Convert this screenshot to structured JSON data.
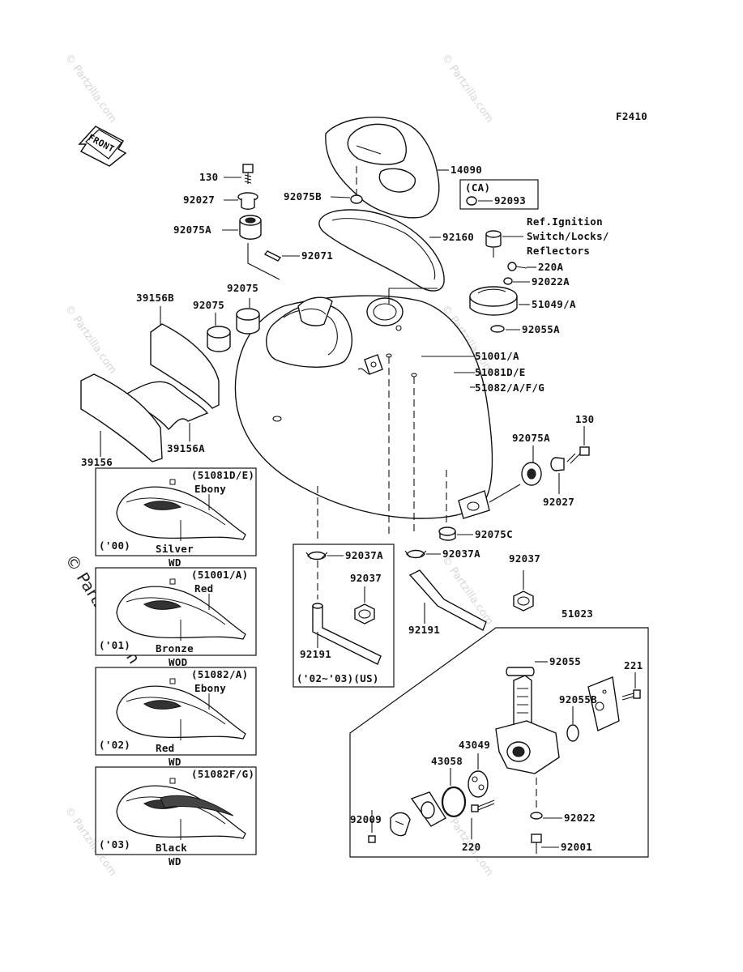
{
  "figure_id": "F2410",
  "front_label": "FRONT",
  "watermark": "© Partzilla.com",
  "side_watermark": "© Partzilla.com",
  "labels": {
    "p14090": "14090",
    "p130_top": "130",
    "p92027_top": "92027",
    "p92075B": "92075B",
    "ca": "(CA)",
    "p92093": "92093",
    "p92075A_top": "92075A",
    "p92160": "92160",
    "p92071": "92071",
    "ref1": "Ref.Ignition",
    "ref2": "Switch/Locks/",
    "ref3": "Reflectors",
    "p220A": "220A",
    "p92022A": "92022A",
    "p51049A": "51049/A",
    "p39156B": "39156B",
    "p92075_a": "92075",
    "p92075_b": "92075",
    "p92055A": "92055A",
    "p51001A": "51001/A",
    "p51081DE": "51081D/E",
    "p51082AFG": "51082/A/F/G",
    "p39156A": "39156A",
    "p39156": "39156",
    "p130_right": "130",
    "p92075A_right": "92075A",
    "p92027_right": "92027",
    "p92075C": "92075C",
    "p92037A_1": "92037A",
    "p92037A_2": "92037A",
    "p92037_1": "92037",
    "p92037_2": "92037",
    "p92191_1": "92191",
    "p92191_2": "92191",
    "us_note": "('02~'03)(US)",
    "p51023": "51023",
    "p92055": "92055",
    "p221": "221",
    "p92055B": "92055B",
    "p43049": "43049",
    "p43058": "43058",
    "p92009": "92009",
    "p92022": "92022",
    "p220": "220",
    "p92001": "92001"
  },
  "tank_variants": [
    {
      "code": "(51081D/E)",
      "top_color": "Ebony",
      "year": "('00)",
      "bottom_color": "Silver",
      "finish": "WD"
    },
    {
      "code": "(51001/A)",
      "top_color": "Red",
      "year": "('01)",
      "bottom_color": "Bronze",
      "finish": "WOD"
    },
    {
      "code": "(51082/A)",
      "top_color": "Ebony",
      "year": "('02)",
      "bottom_color": "Red",
      "finish": "WD"
    },
    {
      "code": "(51082F/G)",
      "top_color": "",
      "year": "('03)",
      "bottom_color": "Black",
      "finish": "WD"
    }
  ]
}
